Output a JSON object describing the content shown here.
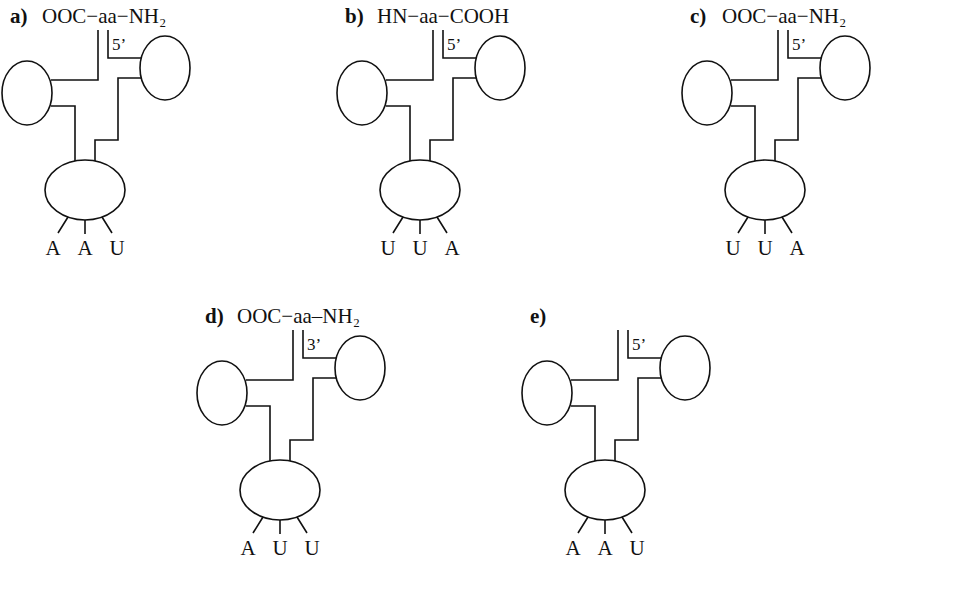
{
  "diagram": {
    "labels": [
      "a)",
      "OOC−aa−NH₂",
      "5’",
      "A",
      "A",
      "U",
      "b)",
      "HN−aa−COOH",
      "5’",
      "U",
      "U",
      "A",
      "c)",
      "OOC−aa−NH₂",
      "5’",
      "U",
      "U",
      "A",
      "d)",
      "OOC−aa–NH₂",
      "3’",
      "A",
      "U",
      "U",
      "e)",
      "5’",
      "A",
      "A",
      "U"
    ]
  }
}
